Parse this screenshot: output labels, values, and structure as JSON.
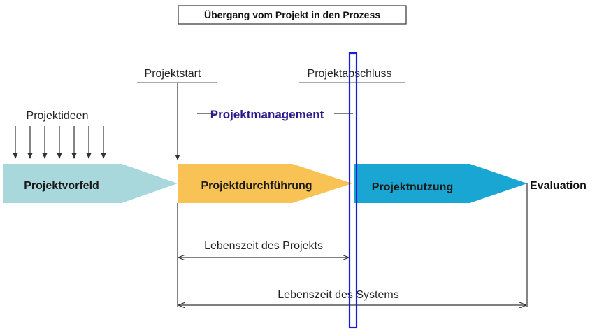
{
  "title": "Übergang vom Projekt in den Prozess",
  "labels": {
    "projektideen": "Projektideen",
    "projektstart": "Projektstart",
    "projektabschluss": "Projektabschluss",
    "projektmanagement": "Projektmanagement",
    "evaluation": "Evaluation",
    "lebenszeit_projekt": "Lebenszeit des Projekts",
    "lebenszeit_system": "Lebenszeit des Systems"
  },
  "phases": [
    {
      "label": "Projektvorfeld",
      "color": "#a8d8dc"
    },
    {
      "label": "Projektdurchführung",
      "color": "#f9c255"
    },
    {
      "label": "Projektnutzung",
      "color": "#1aa6d3"
    }
  ],
  "colors": {
    "management_text": "#2a1a8c",
    "highlight_box": "#1b1bd6",
    "line": "#333333"
  }
}
